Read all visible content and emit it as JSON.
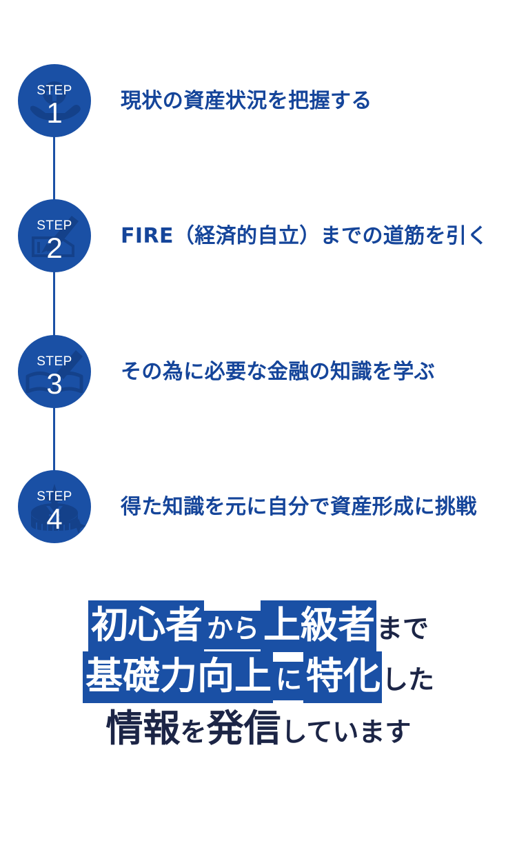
{
  "theme": {
    "accent_blue": "#1a50a5",
    "text_blue": "#15459a",
    "text_navy": "#1c2546",
    "white": "#ffffff",
    "background": "#ffffff"
  },
  "steps": {
    "step_word": "STEP",
    "items": [
      {
        "number": "1",
        "text": "現状の資産状況を把握する",
        "icon": "hand-holding-globe-icon"
      },
      {
        "number": "2",
        "text": "FIRE（経済的自立）までの道筋を引く",
        "icon": "hand-writing-pen-icon"
      },
      {
        "number": "3",
        "text": "その為に必要な金融の知識を学ぶ",
        "icon": "open-book-pencil-icon"
      },
      {
        "number": "4",
        "text": "得た知識を元に自分で資産形成に挑戦",
        "icon": "coin-stack-yen-icon"
      }
    ]
  },
  "headline": {
    "line1": {
      "highlight": "初心者",
      "highlight_small": "から",
      "highlight2": "上級者",
      "tail": "まで"
    },
    "line2": {
      "highlight": "基礎力向上",
      "highlight_small": "に",
      "highlight2": "特化",
      "tail": "した"
    },
    "line3": {
      "part1": "情報",
      "part1_small": "を",
      "part2": "発信",
      "part2_small": "しています"
    }
  }
}
